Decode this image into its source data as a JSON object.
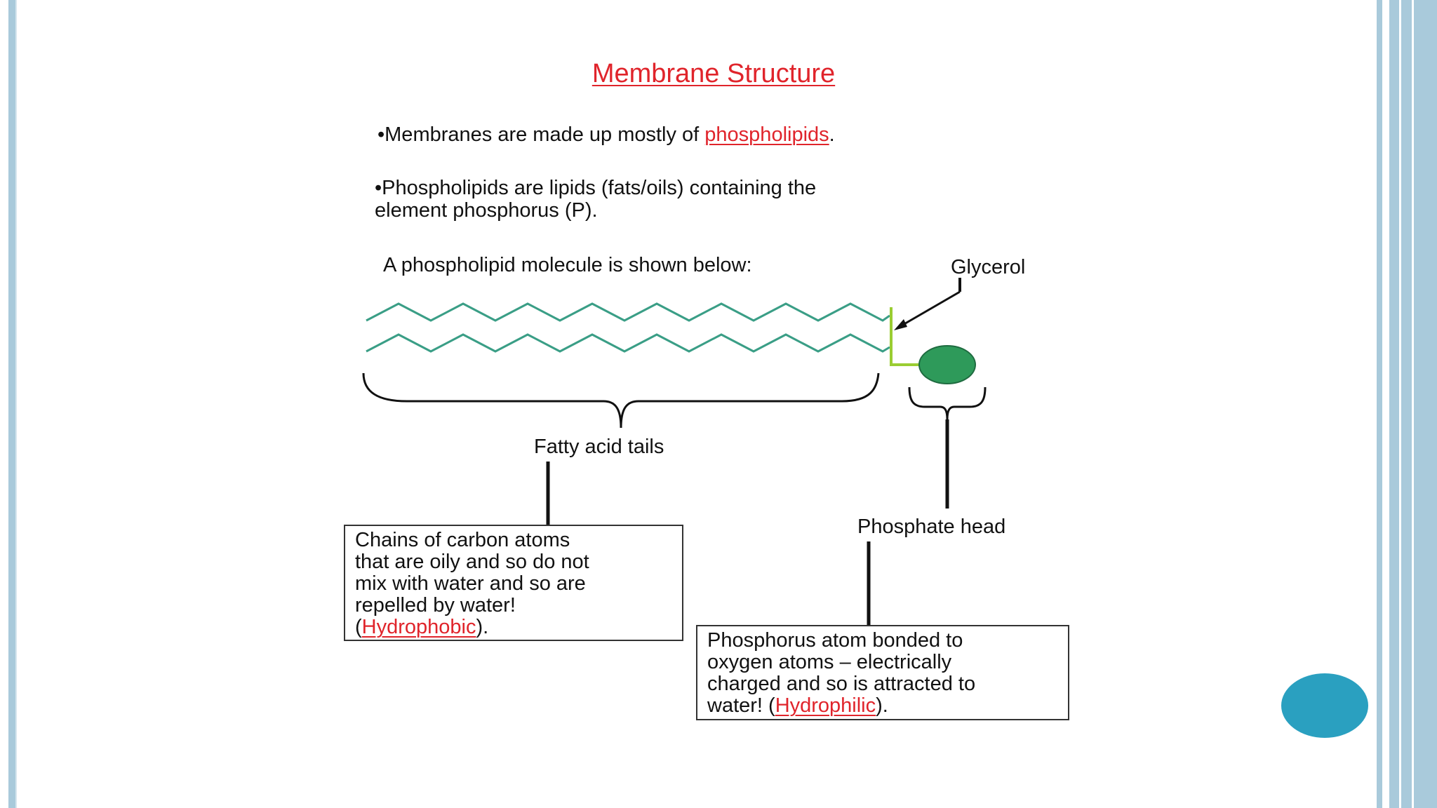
{
  "slide": {
    "title": "Membrane Structure",
    "bullet1": {
      "text": "•Membranes are made up mostly of ",
      "link": "phospholipids",
      "end": "."
    },
    "bullet2": {
      "line1": "•Phospholipids are lipids (fats/oils) containing the",
      "line2": "element phosphorus (P)."
    },
    "intro": "A phospholipid molecule is shown below:"
  },
  "diagram": {
    "label_glycerol": "Glycerol",
    "label_tails": "Fatty acid tails",
    "label_head": "Phosphate head",
    "tails_box": {
      "lines": [
        "Chains of carbon atoms",
        "that are oily and so do not",
        "mix with water and so are",
        "repelled by water!"
      ],
      "prefix": "(",
      "link": "Hydrophobic",
      "suffix": ")."
    },
    "head_box": {
      "lines": [
        "Phosphorus atom bonded to",
        "oxygen atoms – electrically",
        "charged and so is attracted to"
      ],
      "prefix": "water! (",
      "link": "Hydrophilic",
      "suffix": ")."
    }
  },
  "colors": {
    "title_red": "#e0242b",
    "tail_green": "#3a9e86",
    "glycerol_yellow_green": "#9acd32",
    "head_green": "#2e9a5a",
    "border_blue": "#a9cadb",
    "accent_circle": "#2aa0c0"
  }
}
